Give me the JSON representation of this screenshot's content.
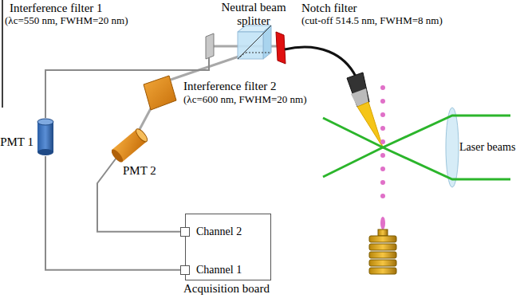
{
  "diagram": {
    "nodes": [
      {
        "text": [
          "Acquisition board"
        ]
      },
      {
        "text": [
          "Channel 2"
        ],
        "in": 0
      },
      {
        "text": [
          "Channel 1"
        ],
        "in": 0
      },
      {
        "text": [
          "PMT 1"
        ]
      },
      {
        "text": [
          "PMT 2"
        ]
      }
    ],
    "edges": [
      {
        "from": 3,
        "to": 2,
        "arrow": "none"
      },
      {
        "from": 4,
        "to": 1,
        "arrow": "none"
      }
    ],
    "labels": [
      "Interference filter 1",
      "(λc=550 nm, FWHM=20 nm)",
      "Neutral beam splitter",
      "Notch filter",
      "(cut-off 514.5 nm, FWHM=8 nm)",
      "Interference filter 2",
      "(λc=600 nm, FWHM=20 nm)",
      "Laser beams"
    ]
  }
}
